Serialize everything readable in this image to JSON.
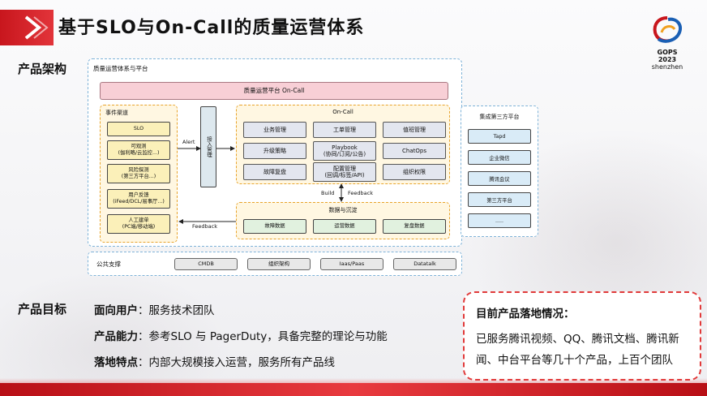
{
  "title": "基于SLO与On-Call的质量运营体系",
  "logo": {
    "line1": "GOPS 2023",
    "line2": "shenzhen"
  },
  "section_arch": "产品架构",
  "section_goal": "产品目标",
  "panel_title": "质量运营体系与平台",
  "platform_bar": "质量运营平台 On-Call",
  "event_channel": {
    "title": "事件渠道",
    "items": [
      {
        "line1": "SLO",
        "line2": ""
      },
      {
        "line1": "可观测",
        "line2": "(伽利略/云监控...)"
      },
      {
        "line1": "风险探测",
        "line2": "(第三方平台...)"
      },
      {
        "line1": "用户反馈",
        "line2": "(iFeed/DCL/易事厅...)"
      },
      {
        "line1": "人工建单",
        "line2": "(PC端/移动端)"
      }
    ]
  },
  "alert_label": "Alert",
  "feedback_label": "Feedback",
  "access_management": "接入管理",
  "oncall": {
    "title": "On-Call",
    "items": [
      {
        "line1": "业务管理",
        "line2": ""
      },
      {
        "line1": "工单管理",
        "line2": ""
      },
      {
        "line1": "值班管理",
        "line2": ""
      },
      {
        "line1": "升级策略",
        "line2": ""
      },
      {
        "line1": "Playbook",
        "line2": "(协同/订阅/公告)"
      },
      {
        "line1": "ChatOps",
        "line2": ""
      },
      {
        "line1": "故障复盘",
        "line2": ""
      },
      {
        "line1": "配置管理",
        "line2": "(回调/标签/API)"
      },
      {
        "line1": "组织权限",
        "line2": ""
      }
    ]
  },
  "build_label": "Build",
  "feedback2_label": "Feedback",
  "data_layer": {
    "title": "数据与沉淀",
    "items": [
      "故障数据",
      "运营数据",
      "复盘数据"
    ]
  },
  "third_party": {
    "title": "集成第三方平台",
    "items": [
      "Tapd",
      "企业微信",
      "腾讯会议",
      "第三方平台",
      "....."
    ]
  },
  "support": {
    "title": "公共支撑",
    "items": [
      "CMDB",
      "组织架构",
      "Iaas/Paas",
      "Datatalk"
    ]
  },
  "goals": [
    {
      "label": "面向用户",
      "text": "：服务技术团队"
    },
    {
      "label": "产品能力",
      "text": "：参考SLO 与 PagerDuty，具备完整的理论与功能"
    },
    {
      "label": "落地特点",
      "text": "：内部大规模接入运营，服务所有产品线"
    }
  ],
  "status": {
    "title": "目前产品落地情况：",
    "body": "已服务腾讯视频、QQ、腾讯文档、腾讯新闻、中台平台等几十个产品，上百个团队"
  },
  "colors": {
    "accent_red": "#c8161d",
    "event_box": "#fbf0b9",
    "data_box": "#e1f1df",
    "third_box": "#d9ebf7",
    "platform_bar": "#f8cfd6"
  }
}
